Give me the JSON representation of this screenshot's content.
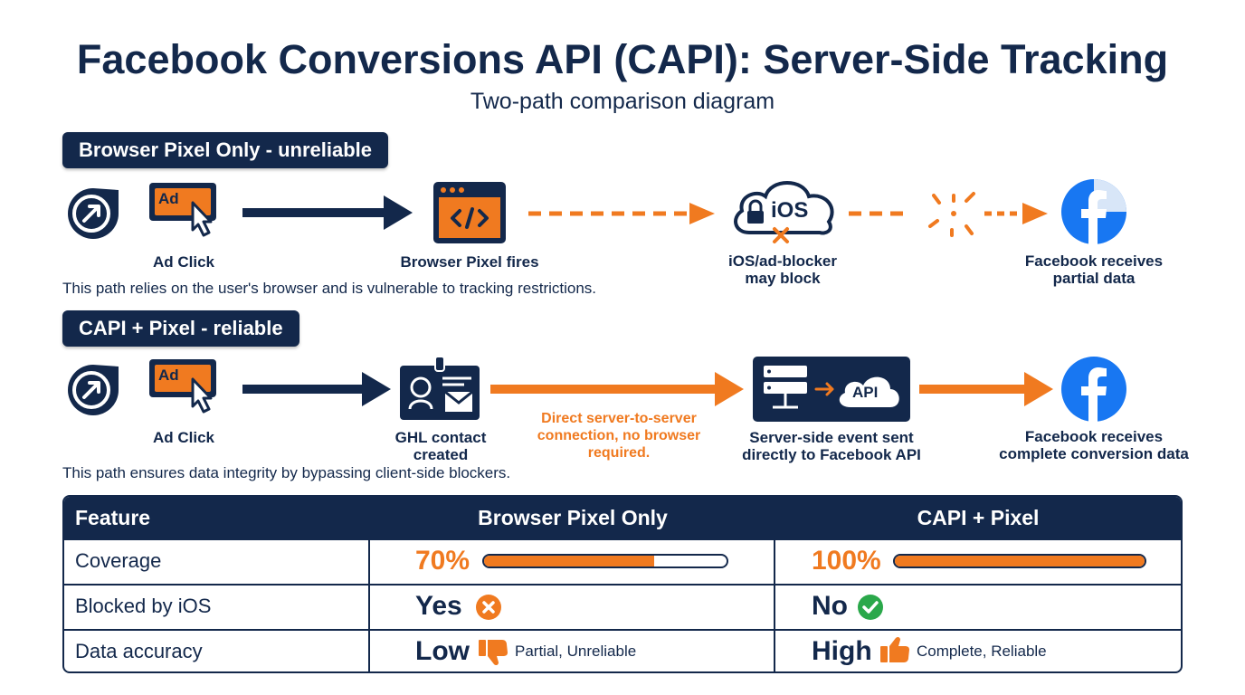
{
  "title": "Facebook Conversions API (CAPI): Server-Side Tracking",
  "subtitle": "Two-path comparison diagram",
  "colors": {
    "navy": "#13284b",
    "orange": "#f07a20",
    "facebook": "#1877f2",
    "green": "#2aa84a"
  },
  "path1": {
    "label": "Browser Pixel Only - unreliable",
    "steps": {
      "ad_click": "Ad Click",
      "pixel": "Browser Pixel fires",
      "block": "iOS/ad-blocker may block",
      "ios_text": "iOS",
      "fb": "Facebook receives partial data"
    },
    "note": "This path relies on the user's browser and is vulnerable to tracking restrictions."
  },
  "path2": {
    "label": "CAPI + Pixel - reliable",
    "steps": {
      "ad_click": "Ad Click",
      "contact": "GHL contact created",
      "direct": "Direct server-to-server connection, no browser required.",
      "server": "Server-side event sent directly to Facebook API",
      "api_text": "API",
      "fb": "Facebook receives complete conversion data"
    },
    "note": "This path ensures data integrity by bypassing client-side blockers."
  },
  "ad_text": "Ad",
  "table": {
    "headers": [
      "Feature",
      "Browser Pixel Only",
      "CAPI + Pixel"
    ],
    "rows": [
      {
        "feature": "Coverage",
        "pixel": "70%",
        "capi": "100%"
      },
      {
        "feature": "Blocked by iOS",
        "pixel": "Yes",
        "capi": "No"
      },
      {
        "feature": "Data accuracy",
        "pixel": "Low",
        "pixel_detail": "Partial, Unreliable",
        "capi": "High",
        "capi_detail": "Complete, Reliable"
      }
    ],
    "coverage": {
      "pixel": 0.7,
      "capi": 1.0
    }
  }
}
